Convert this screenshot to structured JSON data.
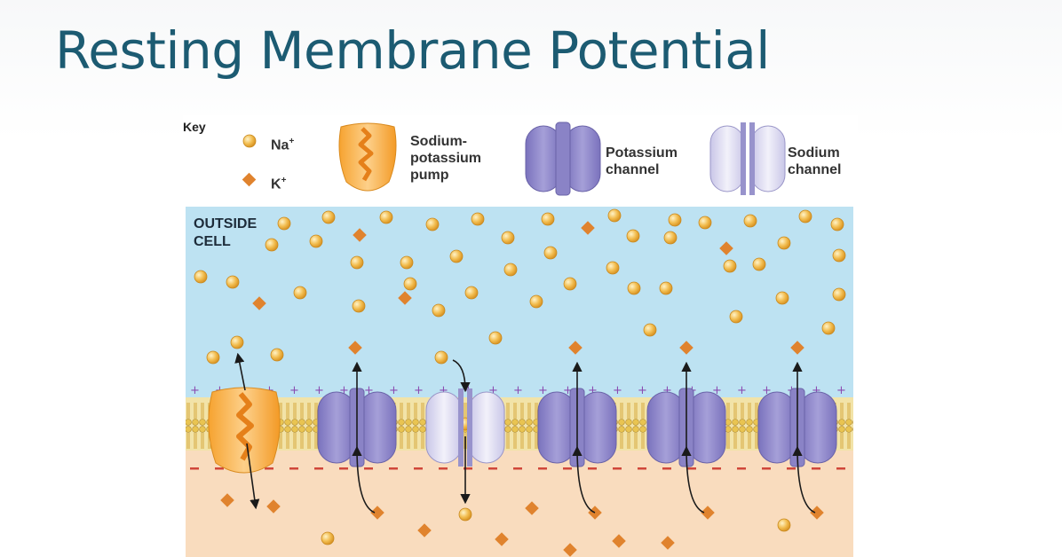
{
  "slide": {
    "title": "Resting Membrane Potential"
  },
  "key": {
    "heading": "Key",
    "na_label": "Na",
    "na_charge": "+",
    "k_label": "K",
    "k_charge": "+",
    "pump_label_1": "Sodium-",
    "pump_label_2": "potassium",
    "pump_label_3": "pump",
    "k_channel_label_1": "Potassium",
    "k_channel_label_2": "channel",
    "na_channel_label_1": "Sodium",
    "na_channel_label_2": "channel"
  },
  "zones": {
    "outside_1": "OUTSIDE",
    "outside_2": "CELL"
  },
  "colors": {
    "title": "#1c5b72",
    "outside_fluid": "#bde2f2",
    "inside_fluid": "#f9dcbe",
    "na_ion": "#efb445",
    "k_ion": "#e0832e",
    "pump": "#f5a83a",
    "k_channel": "#8e86c8",
    "na_channel": "#dcdaf0",
    "membrane": "#e6c35a"
  },
  "channels": [
    "sodium-potassium-pump",
    "potassium-channel",
    "sodium-channel",
    "potassium-channel",
    "potassium-channel",
    "potassium-channel"
  ]
}
